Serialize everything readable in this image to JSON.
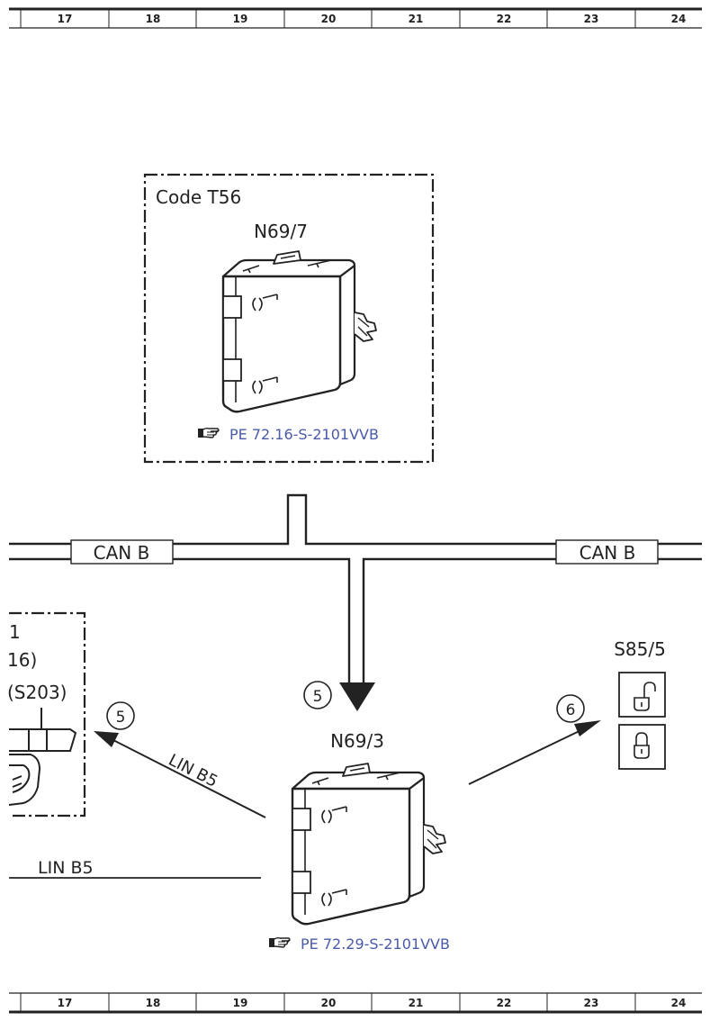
{
  "columns": [
    "17",
    "18",
    "19",
    "20",
    "21",
    "22",
    "23",
    "24"
  ],
  "code_box": {
    "title": "Code T56",
    "component": "N69/7",
    "reference": "PE 72.16-S-2101VVB"
  },
  "bus_labels": {
    "left": "CAN B",
    "right": "CAN B"
  },
  "main_component": {
    "name": "N69/3",
    "reference": "PE 72.29-S-2101VVB"
  },
  "switch": {
    "name": "S85/5"
  },
  "callouts": {
    "bus_arrow": "5",
    "left_arrow": "5",
    "right_arrow": "6"
  },
  "left_box": {
    "line1": "1",
    "line2": "16)",
    "line3": "(S203)"
  },
  "lin_labels": {
    "diagonal": "LIN B5",
    "horizontal": "LIN B5"
  },
  "colors": {
    "reference_link": "#4a5aa8",
    "line": "#222222"
  },
  "icons": {
    "reference_pointer": "pointing-hand-icon",
    "lock_open": "lock-open-icon",
    "lock_closed": "lock-closed-icon"
  }
}
